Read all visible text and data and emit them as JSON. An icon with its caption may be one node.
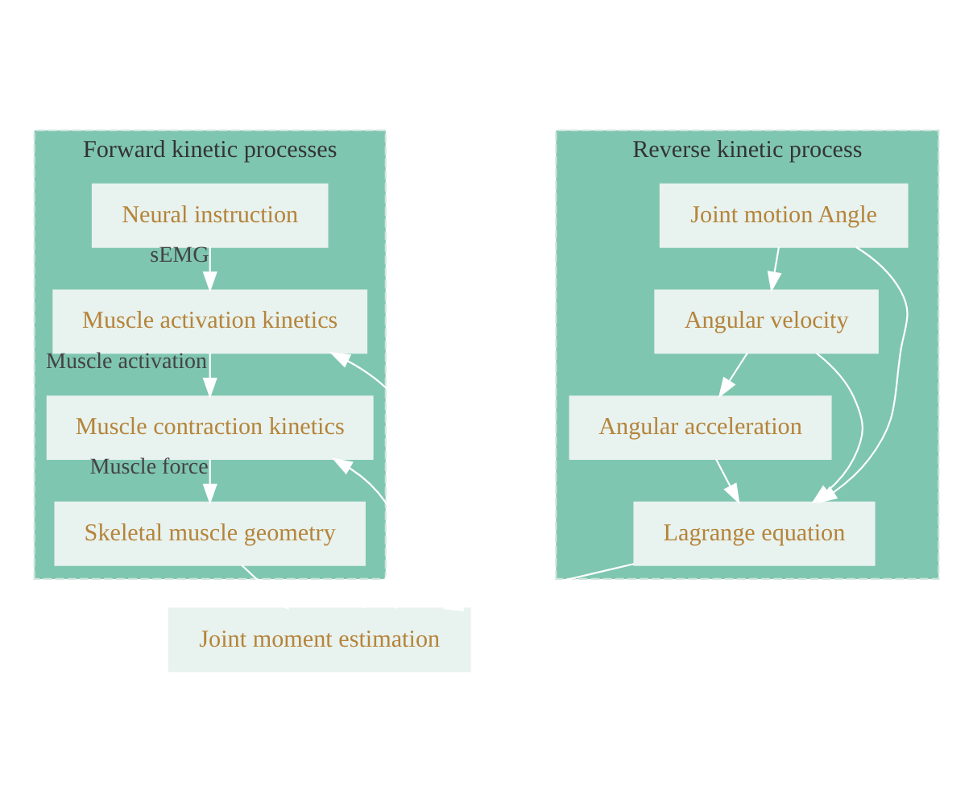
{
  "diagram": {
    "nodes": [
      {
        "text": [
          "Forward kinetic processes"
        ]
      },
      {
        "text": [
          "Reverse kinetic process"
        ]
      },
      {
        "text": [
          "Neural instruction"
        ],
        "in": 0
      },
      {
        "text": [
          "Muscle activation kinetics"
        ],
        "in": 0
      },
      {
        "text": [
          "Muscle contraction kinetics"
        ],
        "in": 0
      },
      {
        "text": [
          "Skeletal muscle geometry"
        ],
        "in": 0
      },
      {
        "text": [
          "Joint motion Angle"
        ],
        "in": 1
      },
      {
        "text": [
          "Angular velocity"
        ],
        "in": 1
      },
      {
        "text": [
          "Angular acceleration"
        ],
        "in": 1
      },
      {
        "text": [
          "Lagrange equation"
        ],
        "in": 1
      },
      {
        "text": [
          "Joint moment estimation"
        ]
      }
    ],
    "edges": [
      {
        "from": 2,
        "to": 3,
        "arrow": "to",
        "label": "sEMG"
      },
      {
        "from": 3,
        "to": 4,
        "arrow": "to",
        "label": "Muscle activation"
      },
      {
        "from": 4,
        "to": 5,
        "arrow": "to",
        "label": "Muscle force"
      },
      {
        "from": 5,
        "to": 10,
        "arrow": "to"
      },
      {
        "from": 10,
        "to": 3,
        "arrow": "to"
      },
      {
        "from": 10,
        "to": 4,
        "arrow": "to"
      },
      {
        "from": 6,
        "to": 7,
        "arrow": "to"
      },
      {
        "from": 7,
        "to": 8,
        "arrow": "to"
      },
      {
        "from": 8,
        "to": 9,
        "arrow": "to"
      },
      {
        "from": 6,
        "to": 9,
        "arrow": "to"
      },
      {
        "from": 7,
        "to": 9,
        "arrow": "to"
      },
      {
        "from": 9,
        "to": 10,
        "arrow": "to"
      }
    ]
  }
}
